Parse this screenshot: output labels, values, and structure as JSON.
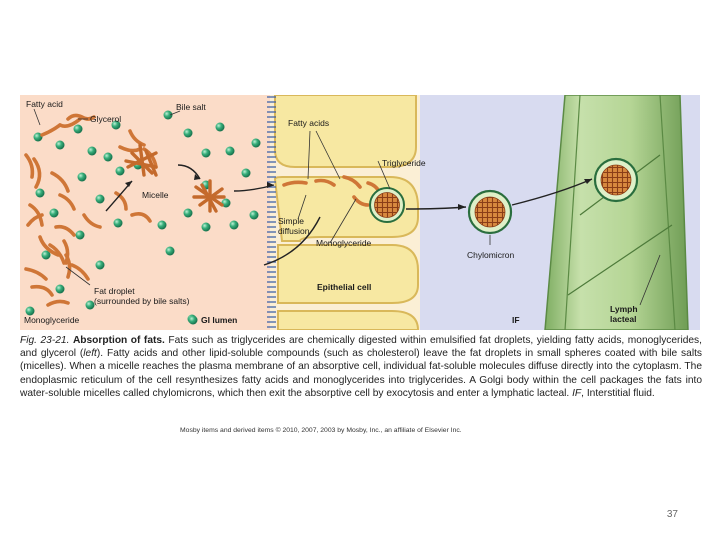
{
  "figure": {
    "labels": {
      "fatty_acid": "Fatty acid",
      "glycerol": "Glycerol",
      "bile_salt": "Bile salt",
      "micelle": "Micelle",
      "fat_droplet": "Fat droplet",
      "fat_droplet_sub": "(surrounded by bile salts)",
      "monoglyceride_left": "Monoglyceride",
      "gi_lumen": "GI lumen",
      "fatty_acids": "Fatty acids",
      "triglyceride": "Triglyceride",
      "simple_diffusion_1": "Simple",
      "simple_diffusion_2": "diffusion",
      "monoglyceride_right": "Monoglyceride",
      "epithelial_cell": "Epithelial cell",
      "chylomicron": "Chylomicron",
      "if": "IF",
      "lymph_1": "Lymph",
      "lymph_2": "lacteal"
    },
    "colors": {
      "lumen_bg": "#fbdcc8",
      "cell_bg": "#f7e8a2",
      "if_bg": "#d8dbf0",
      "lacteal": "#b9d59c",
      "bile_salt": "#2fa774",
      "fatty_acid": "#d27a3b",
      "chylomicron_core": "#b8612d"
    }
  },
  "caption": {
    "fig_num": "Fig. 23-21.",
    "title": "Absorption of fats.",
    "text_1": "Fats such as triglycerides are chemically digested within emulsified fat droplets, yielding fatty acids, monoglycerides, and glycerol (",
    "left_word": "left",
    "text_2": "). Fatty acids and other lipid-soluble compounds (such as cholesterol) leave the fat droplets in small spheres coated with bile salts (micelles). When a micelle reaches the plasma membrane of an absorptive cell, individual fat-soluble molecules diffuse directly into the cytoplasm. The endoplasmic reticulum of the cell resynthesizes fatty acids and monoglycerides into triglycerides. A Golgi body within the cell packages the fats into water-soluble micelles called chylomicrons, which then exit the absorptive cell by exocytosis and enter a lymphatic lacteal.",
    "if_abbr": "IF",
    "text_3": ", Interstitial fluid."
  },
  "credit": "Mosby items and derived items © 2010, 2007, 2003 by Mosby, Inc., an affiliate of Elsevier Inc.",
  "page_number": "37"
}
